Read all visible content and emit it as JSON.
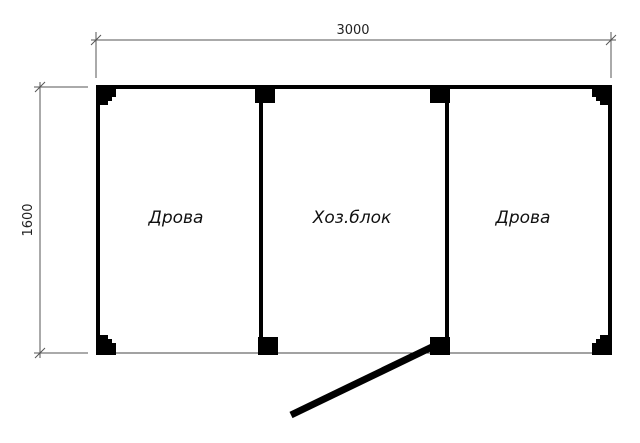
{
  "dimensions": {
    "width": "3000",
    "height": "1600"
  },
  "rooms": [
    {
      "label": "Дрова"
    },
    {
      "label": "Хоз.блок"
    },
    {
      "label": "Дрова"
    }
  ],
  "colors": {
    "wall": "#000000",
    "dimension_line": "#555555",
    "text": "#111111",
    "background": "#ffffff"
  }
}
